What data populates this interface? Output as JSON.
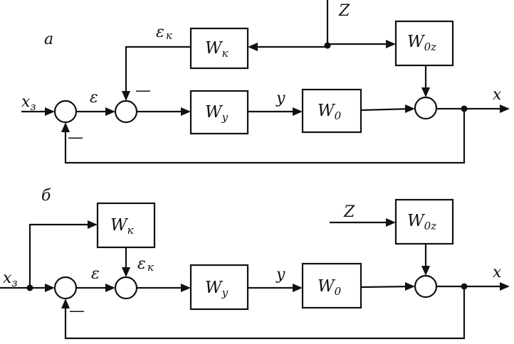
{
  "colors": {
    "ink": "#111111",
    "background": "#ffffff"
  },
  "diagrams": [
    {
      "id": "a",
      "panel_label": "а",
      "blocks": {
        "w_k": {
          "main": "W",
          "sub": "к"
        },
        "w_y": {
          "main": "W",
          "sub": "y"
        },
        "w_0": {
          "main": "W",
          "sub": "0"
        },
        "w_0z": {
          "main": "W",
          "sub": "0z"
        }
      },
      "signals": {
        "input": {
          "main": "x",
          "sub": "з"
        },
        "error": "ε",
        "correction": {
          "main": "ε",
          "sub": "к"
        },
        "control": "y",
        "output": "x",
        "disturbance": "Z"
      },
      "signs": {
        "feedback": "—",
        "correction": "—"
      }
    },
    {
      "id": "b",
      "panel_label": "б",
      "blocks": {
        "w_k": {
          "main": "W",
          "sub": "к"
        },
        "w_y": {
          "main": "W",
          "sub": "y"
        },
        "w_0": {
          "main": "W",
          "sub": "0"
        },
        "w_0z": {
          "main": "W",
          "sub": "0z"
        }
      },
      "signals": {
        "input": {
          "main": "x",
          "sub": "з"
        },
        "error": "ε",
        "correction": {
          "main": "ε",
          "sub": "к"
        },
        "control": "y",
        "output": "x",
        "disturbance": "Z"
      },
      "signs": {
        "feedback": "—"
      }
    }
  ]
}
